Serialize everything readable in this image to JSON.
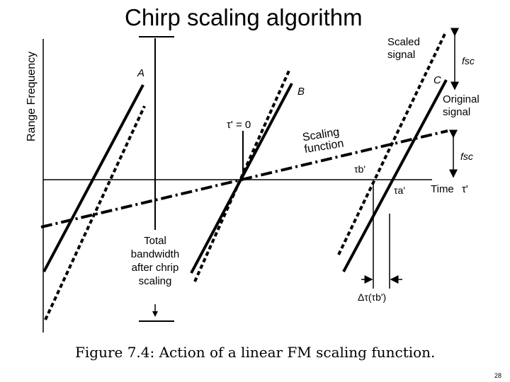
{
  "slide": {
    "title": "Chirp scaling algorithm",
    "page_number": "28"
  },
  "figure": {
    "caption": "Figure 7.4: Action of a linear FM scaling function.",
    "y_axis_label": "Range Frequency",
    "x_axis_label": "Time",
    "x_axis_symbol": "τ'",
    "labels": {
      "a": "A",
      "b": "B",
      "c": "C",
      "tau_zero": "τ' = 0",
      "scaling_line1": "Scaling",
      "scaling_line2": "function",
      "tau_b": "τb'",
      "tau_a": "τa'",
      "scaled_line1": "Scaled",
      "scaled_line2": "signal",
      "original_line1": "Original",
      "original_line2": "signal",
      "fsc_top": "fsc",
      "fsc_right": "fsc",
      "total_line1": "Total",
      "total_line2": "bandwidth",
      "total_line3": "after chrip",
      "total_line4": "scaling",
      "delta_tau": "Δτ(τb')"
    }
  }
}
